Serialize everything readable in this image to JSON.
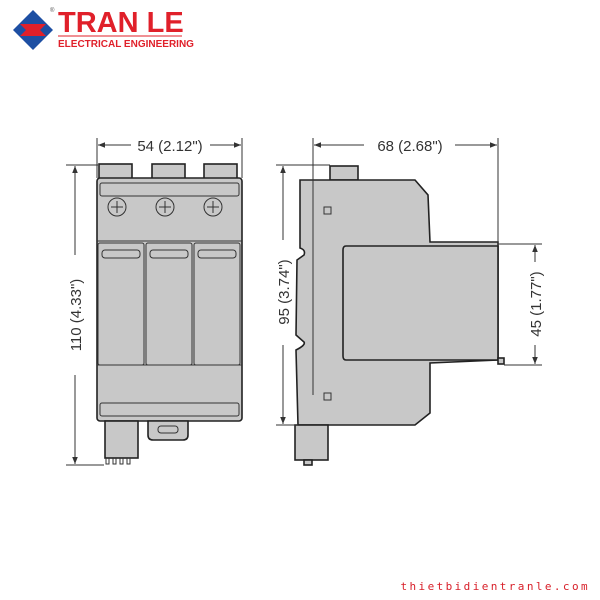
{
  "logo": {
    "name": "TRAN LE",
    "tagline": "ELECTRICAL ENGINEERING",
    "registered": "®",
    "color": "#e0202a"
  },
  "dimensions": {
    "front_width": "54 (2.12\")",
    "front_height": "110 (4.33\")",
    "side_depth": "68 (2.68\")",
    "side_height": "95 (3.74\")",
    "module_height": "45 (1.77\")"
  },
  "watermark": "thietbidientranle.com"
}
